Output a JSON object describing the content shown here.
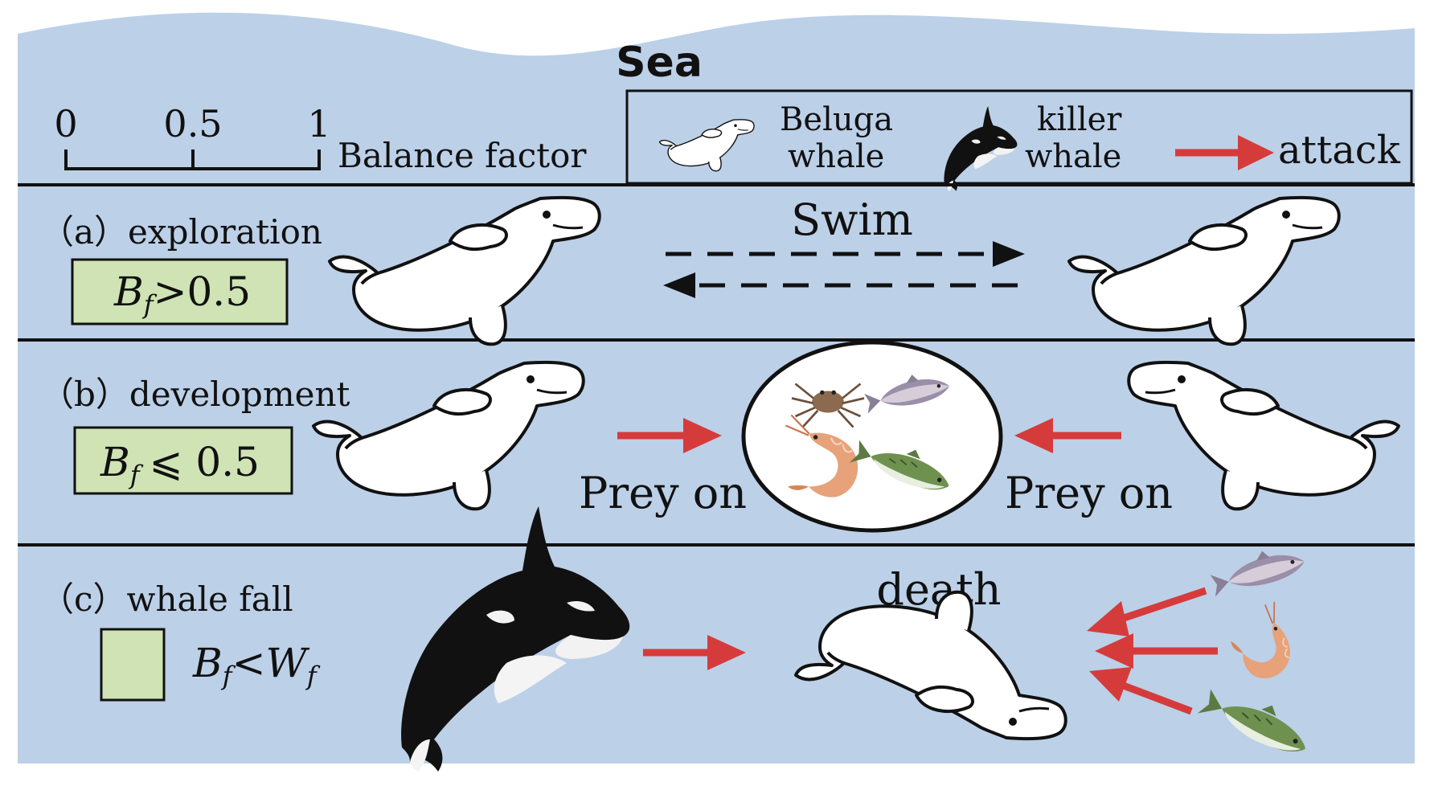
{
  "title": "Sea",
  "scale": {
    "ticks": [
      "0",
      "0.5",
      "1"
    ],
    "label": "Balance factor"
  },
  "legend": {
    "beluga_line1": "Beluga",
    "beluga_line2": "whale",
    "killer_line1": "killer",
    "killer_line2": "whale",
    "attack": "attack"
  },
  "phases": {
    "a": {
      "label": "（a）exploration",
      "condition_var": "B",
      "condition_sub": "f",
      "condition_rest": ">0.5",
      "action": "Swim"
    },
    "b": {
      "label": "（b）development",
      "condition_var": "B",
      "condition_sub": "f",
      "condition_rest": "⩽ 0.5",
      "left_action": "Prey on",
      "right_action": "Prey on"
    },
    "c": {
      "label": "（c）whale fall",
      "condition_var1": "B",
      "condition_sub1": "f",
      "condition_lt": "<",
      "condition_var2": "W",
      "condition_sub2": "f",
      "event": "death"
    }
  },
  "colors": {
    "sea": "#bcd0e8",
    "box_fill": "#cfe3b4",
    "arrow_red": "#d63b3b",
    "line": "#111111"
  },
  "icons": [
    "beluga-whale-icon",
    "killer-whale-icon",
    "crab-icon",
    "fish-icon",
    "shrimp-icon",
    "mackerel-icon",
    "attack-arrow-icon"
  ]
}
